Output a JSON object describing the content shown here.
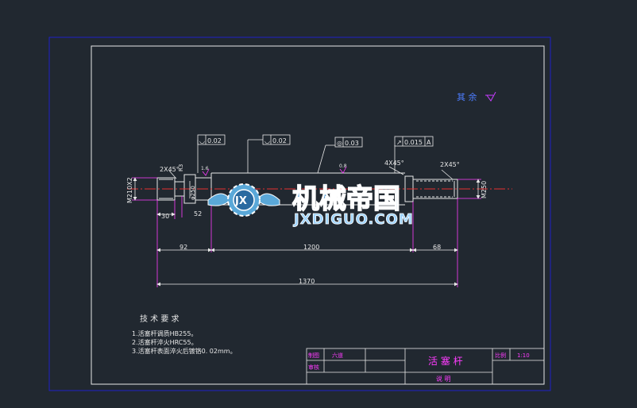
{
  "drawing": {
    "top_note": {
      "text": "其 余",
      "symbol_color": "#c83cff",
      "text_color": "#4d7dff"
    },
    "tolerances": [
      {
        "symbol": "◡",
        "value": "0.02"
      },
      {
        "symbol": "◡",
        "value": "0.02"
      },
      {
        "symbol": "◎",
        "value": "0.03"
      },
      {
        "symbol": "↗",
        "value": "0.015",
        "datum": "A"
      }
    ],
    "chamfers": {
      "left": "2X45°",
      "right": "2X45°",
      "mid": "4X45°"
    },
    "small_labels": {
      "r": "R3",
      "left_dia": "φ250",
      "rough1": "1.6",
      "rough2": "0.8",
      "step": "52"
    },
    "threads": {
      "left": "M210X2",
      "right": "M250"
    },
    "dims": {
      "d30": "30",
      "d92": "92",
      "d1200": "1200",
      "d68": "68",
      "d1370": "1370"
    },
    "tech_req": {
      "title": "技 术 要 求",
      "items": [
        "1.活塞杆调质HB255。",
        "2.活塞杆淬火HRC55。",
        "3.活塞杆表面淬火后镀铬0. 02mm。"
      ]
    },
    "title_block": {
      "r1_label": "制图",
      "r1_value": "六道",
      "r2_label": "审核",
      "part_name": "活 塞 杆",
      "scale_label": "比例",
      "scale_value": "1:10",
      "bottom": "说 明"
    },
    "watermark": {
      "logo_letters": "JX",
      "cn": "机械帝国",
      "en": "JXDIGUO.COM"
    },
    "colors": {
      "background": "#212830",
      "outer_border": "#2020c8",
      "inner_border": "#e8e8e8",
      "centerline": "#e83030",
      "dim_line": "#e8e8e8",
      "extension": "#ff3cff",
      "callout": "#ff3cff",
      "watermark_text": "#3d7fb0"
    }
  }
}
